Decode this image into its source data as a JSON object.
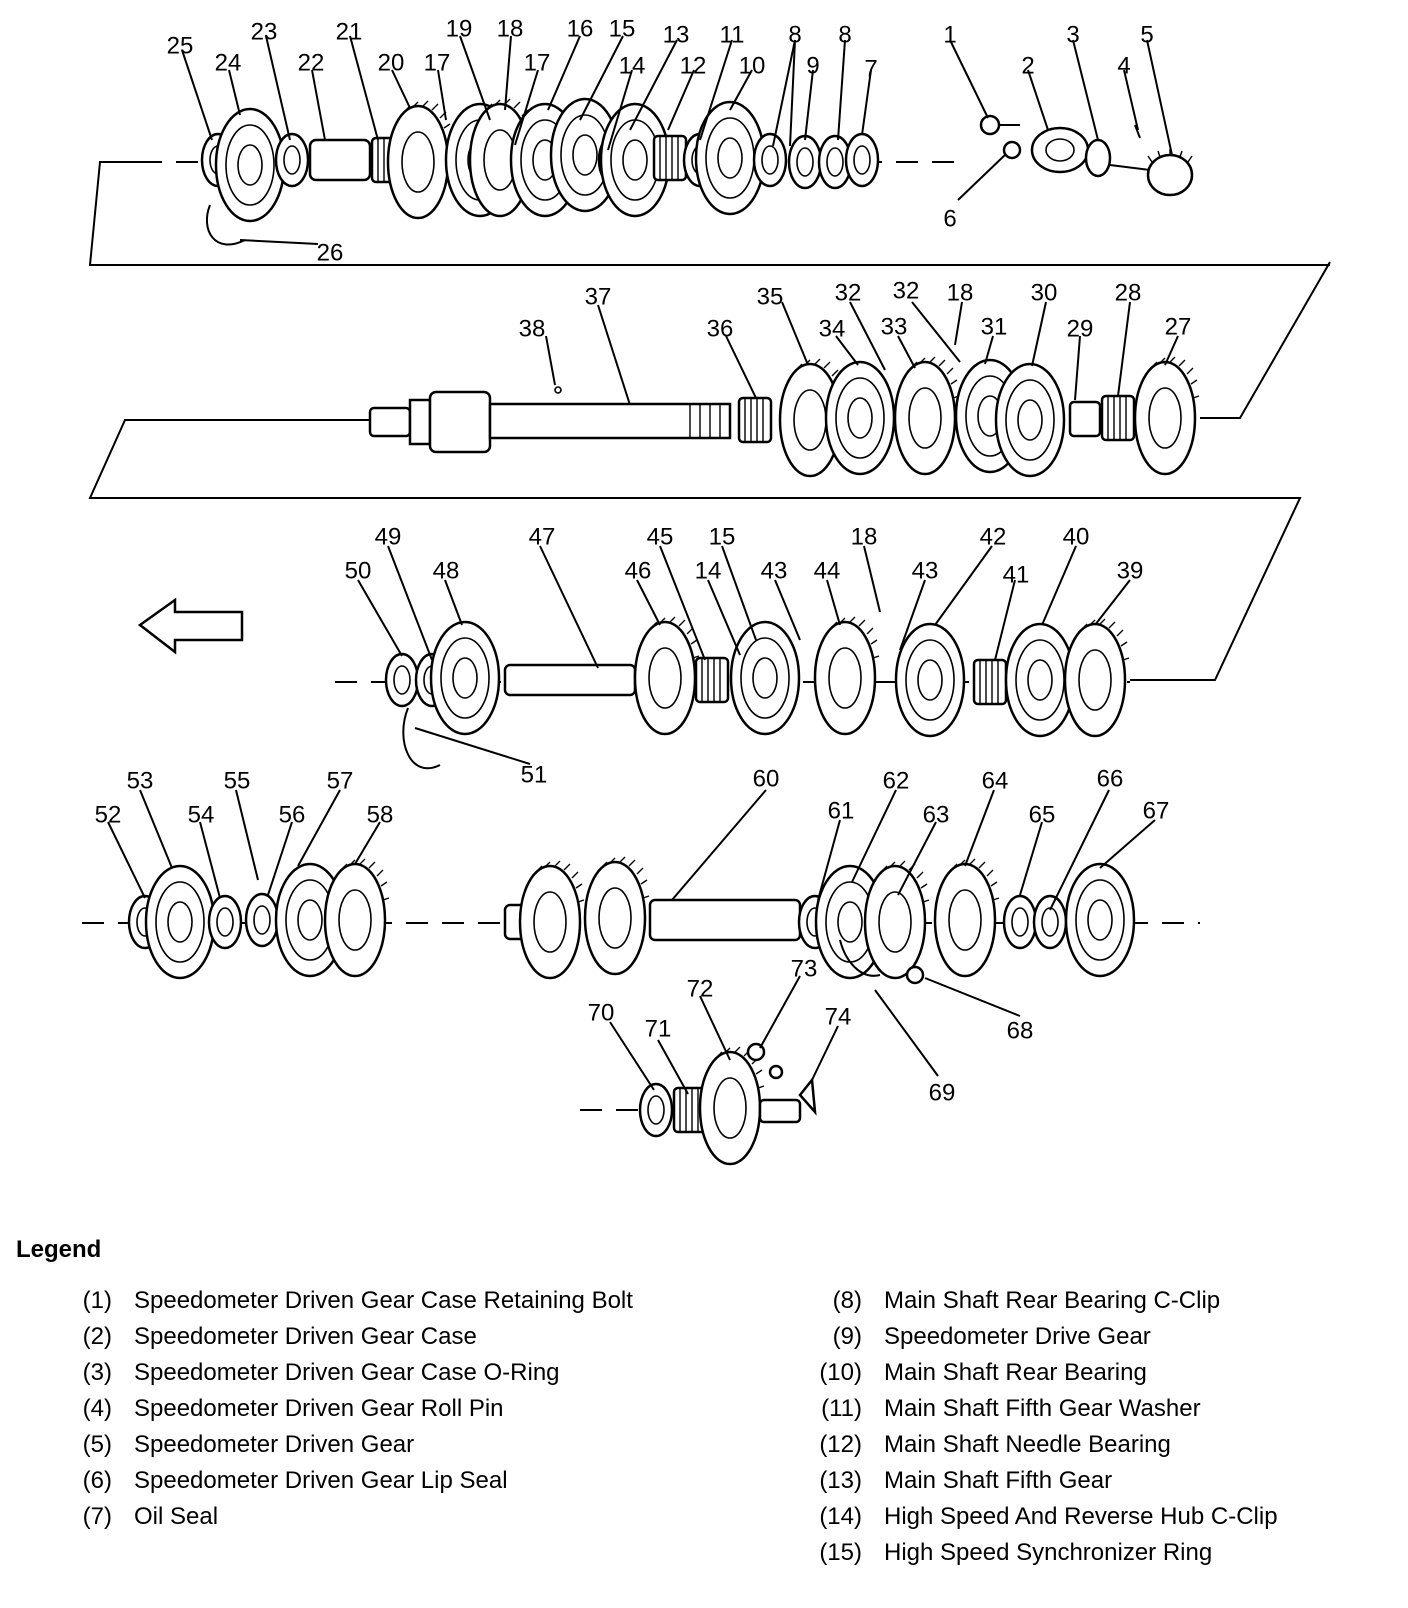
{
  "callouts": [
    {
      "id": "c25",
      "text": "25"
    },
    {
      "id": "c24",
      "text": "24"
    },
    {
      "id": "c23",
      "text": "23"
    },
    {
      "id": "c22",
      "text": "22"
    },
    {
      "id": "c21",
      "text": "21"
    },
    {
      "id": "c20",
      "text": "20"
    },
    {
      "id": "c17a",
      "text": "17"
    },
    {
      "id": "c19",
      "text": "19"
    },
    {
      "id": "c18a",
      "text": "18"
    },
    {
      "id": "c17b",
      "text": "17"
    },
    {
      "id": "c16",
      "text": "16"
    },
    {
      "id": "c15a",
      "text": "15"
    },
    {
      "id": "c14a",
      "text": "14"
    },
    {
      "id": "c13",
      "text": "13"
    },
    {
      "id": "c12",
      "text": "12"
    },
    {
      "id": "c11",
      "text": "11"
    },
    {
      "id": "c10",
      "text": "10"
    },
    {
      "id": "c8a",
      "text": "8"
    },
    {
      "id": "c9",
      "text": "9"
    },
    {
      "id": "c8b",
      "text": "8"
    },
    {
      "id": "c7",
      "text": "7"
    },
    {
      "id": "c1",
      "text": "1"
    },
    {
      "id": "c2",
      "text": "2"
    },
    {
      "id": "c3",
      "text": "3"
    },
    {
      "id": "c4",
      "text": "4"
    },
    {
      "id": "c5",
      "text": "5"
    },
    {
      "id": "c6",
      "text": "6"
    },
    {
      "id": "c26",
      "text": "26"
    },
    {
      "id": "c37",
      "text": "37"
    },
    {
      "id": "c38",
      "text": "38"
    },
    {
      "id": "c36",
      "text": "36"
    },
    {
      "id": "c35",
      "text": "35"
    },
    {
      "id": "c34",
      "text": "34"
    },
    {
      "id": "c32a",
      "text": "32"
    },
    {
      "id": "c33",
      "text": "33"
    },
    {
      "id": "c32b",
      "text": "32"
    },
    {
      "id": "c18b",
      "text": "18"
    },
    {
      "id": "c31",
      "text": "31"
    },
    {
      "id": "c30",
      "text": "30"
    },
    {
      "id": "c29",
      "text": "29"
    },
    {
      "id": "c28",
      "text": "28"
    },
    {
      "id": "c27",
      "text": "27"
    },
    {
      "id": "c49",
      "text": "49"
    },
    {
      "id": "c50",
      "text": "50"
    },
    {
      "id": "c48",
      "text": "48"
    },
    {
      "id": "c47",
      "text": "47"
    },
    {
      "id": "c45",
      "text": "45"
    },
    {
      "id": "c46",
      "text": "46"
    },
    {
      "id": "c15b",
      "text": "15"
    },
    {
      "id": "c14b",
      "text": "14"
    },
    {
      "id": "c43a",
      "text": "43"
    },
    {
      "id": "c44",
      "text": "44"
    },
    {
      "id": "c18c",
      "text": "18"
    },
    {
      "id": "c43b",
      "text": "43"
    },
    {
      "id": "c42",
      "text": "42"
    },
    {
      "id": "c41",
      "text": "41"
    },
    {
      "id": "c40",
      "text": "40"
    },
    {
      "id": "c39",
      "text": "39"
    },
    {
      "id": "c51",
      "text": "51"
    },
    {
      "id": "c53",
      "text": "53"
    },
    {
      "id": "c55",
      "text": "55"
    },
    {
      "id": "c57",
      "text": "57"
    },
    {
      "id": "c52",
      "text": "52"
    },
    {
      "id": "c54",
      "text": "54"
    },
    {
      "id": "c56",
      "text": "56"
    },
    {
      "id": "c58",
      "text": "58"
    },
    {
      "id": "c60",
      "text": "60"
    },
    {
      "id": "c61",
      "text": "61"
    },
    {
      "id": "c62",
      "text": "62"
    },
    {
      "id": "c63",
      "text": "63"
    },
    {
      "id": "c64",
      "text": "64"
    },
    {
      "id": "c65",
      "text": "65"
    },
    {
      "id": "c66",
      "text": "66"
    },
    {
      "id": "c67",
      "text": "67"
    },
    {
      "id": "c73",
      "text": "73"
    },
    {
      "id": "c72",
      "text": "72"
    },
    {
      "id": "c70",
      "text": "70"
    },
    {
      "id": "c71",
      "text": "71"
    },
    {
      "id": "c74",
      "text": "74"
    },
    {
      "id": "c68",
      "text": "68"
    },
    {
      "id": "c69",
      "text": "69"
    }
  ],
  "legend": {
    "title": "Legend",
    "left": [
      {
        "num": "(1)",
        "text": "Speedometer Driven Gear Case Retaining Bolt"
      },
      {
        "num": "(2)",
        "text": "Speedometer Driven Gear Case"
      },
      {
        "num": "(3)",
        "text": "Speedometer Driven Gear Case O-Ring"
      },
      {
        "num": "(4)",
        "text": "Speedometer Driven Gear Roll Pin"
      },
      {
        "num": "(5)",
        "text": "Speedometer Driven Gear"
      },
      {
        "num": "(6)",
        "text": "Speedometer Driven Gear Lip Seal"
      },
      {
        "num": "(7)",
        "text": "Oil Seal"
      }
    ],
    "right": [
      {
        "num": "(8)",
        "text": "Main Shaft Rear Bearing C-Clip"
      },
      {
        "num": "(9)",
        "text": "Speedometer Drive Gear"
      },
      {
        "num": "(10)",
        "text": "Main Shaft Rear Bearing"
      },
      {
        "num": "(11)",
        "text": "Main Shaft Fifth Gear Washer"
      },
      {
        "num": "(12)",
        "text": "Main Shaft Needle Bearing"
      },
      {
        "num": "(13)",
        "text": "Main Shaft Fifth Gear"
      },
      {
        "num": "(14)",
        "text": "High Speed And Reverse Hub C-Clip"
      },
      {
        "num": "(15)",
        "text": "High Speed Synchronizer Ring"
      }
    ]
  }
}
